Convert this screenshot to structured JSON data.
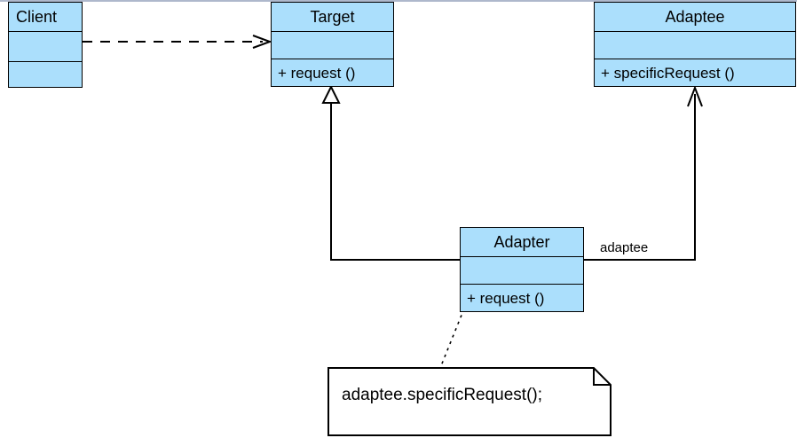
{
  "diagram": {
    "kind": "uml-class-diagram",
    "pattern_name": "Adapter",
    "background_color": "#ffffff",
    "class_fill_color": "#ABDFFC",
    "line_color": "#000000",
    "top_rule_color": "#AEB8CC"
  },
  "classes": [
    {
      "id": "client",
      "name": "Client",
      "name_align": "left",
      "attributes": "",
      "operations": ""
    },
    {
      "id": "target",
      "name": "Target",
      "name_align": "center",
      "attributes": "",
      "operations": "+  request ()"
    },
    {
      "id": "adaptee",
      "name": "Adaptee",
      "name_align": "center",
      "attributes": "",
      "operations": "+  specificRequest ()"
    },
    {
      "id": "adapter",
      "name": "Adapter",
      "name_align": "center",
      "attributes": "",
      "operations": "+  request ()"
    }
  ],
  "note": {
    "id": "adapter-request-note",
    "text": "adaptee.specificRequest();"
  },
  "edge_labels": [
    {
      "id": "adaptee-role",
      "text": "adaptee"
    }
  ],
  "relationships": [
    {
      "id": "client-uses-target",
      "from": "Client",
      "to": "Target",
      "type": "dependency",
      "line": "dashed",
      "arrowhead": "open"
    },
    {
      "id": "adapter-extends-target",
      "from": "Adapter",
      "to": "Target",
      "type": "generalization",
      "line": "solid",
      "arrowhead": "hollow-triangle"
    },
    {
      "id": "adapter-has-adaptee",
      "from": "Adapter",
      "to": "Adaptee",
      "type": "association",
      "line": "solid",
      "arrowhead": "open",
      "role_label": "adaptee"
    },
    {
      "id": "note-anchor-adapter-request",
      "from": "adapter-request-note",
      "to": "Adapter.request()",
      "type": "note-anchor",
      "line": "dotted",
      "arrowhead": "none"
    }
  ]
}
